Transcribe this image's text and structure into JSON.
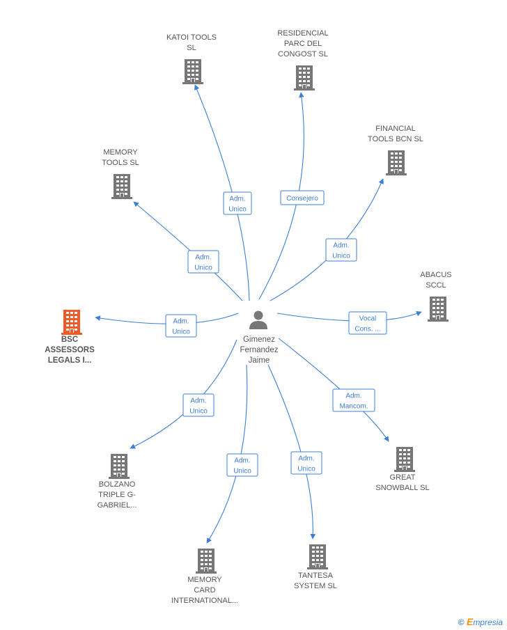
{
  "center": {
    "label_lines": [
      "Gimenez",
      "Fernandez",
      "Jaime"
    ],
    "icon": "person-icon"
  },
  "companies": [
    {
      "id": "katoi",
      "label_lines": [
        "KATOI TOOLS",
        "SL"
      ],
      "icon": "building-icon",
      "color": "#777777",
      "highlight": false
    },
    {
      "id": "residencial",
      "label_lines": [
        "RESIDENCIAL",
        "PARC DEL",
        "CONGOST SL"
      ],
      "icon": "building-icon",
      "color": "#777777",
      "highlight": false
    },
    {
      "id": "financial",
      "label_lines": [
        "FINANCIAL",
        "TOOLS BCN SL"
      ],
      "icon": "building-icon",
      "color": "#777777",
      "highlight": false
    },
    {
      "id": "memory-tools",
      "label_lines": [
        "MEMORY",
        "TOOLS  SL"
      ],
      "icon": "building-icon",
      "color": "#777777",
      "highlight": false
    },
    {
      "id": "abacus",
      "label_lines": [
        "ABACUS",
        "SCCL"
      ],
      "icon": "building-icon",
      "color": "#777777",
      "highlight": false
    },
    {
      "id": "bsc",
      "label_lines": [
        "BSC",
        "ASSESSORS",
        "LEGALS I..."
      ],
      "icon": "building-icon",
      "color": "#f05a28",
      "highlight": true
    },
    {
      "id": "bolzano",
      "label_lines": [
        "BOLZANO",
        "TRIPLE G-",
        "GABRIEL..."
      ],
      "icon": "building-icon",
      "color": "#777777",
      "highlight": false
    },
    {
      "id": "great",
      "label_lines": [
        "GREAT",
        "SNOWBALL  SL"
      ],
      "icon": "building-icon",
      "color": "#777777",
      "highlight": false
    },
    {
      "id": "memory-card",
      "label_lines": [
        "MEMORY",
        "CARD",
        "INTERNATIONAL..."
      ],
      "icon": "building-icon",
      "color": "#777777",
      "highlight": false
    },
    {
      "id": "tantesa",
      "label_lines": [
        "TANTESA",
        "SYSTEM SL"
      ],
      "icon": "building-icon",
      "color": "#777777",
      "highlight": false
    }
  ],
  "edges": [
    {
      "to": "katoi",
      "label_lines": [
        "Adm.",
        "Unico"
      ]
    },
    {
      "to": "residencial",
      "label_lines": [
        "Consejero"
      ]
    },
    {
      "to": "financial",
      "label_lines": [
        "Adm.",
        "Unico"
      ]
    },
    {
      "to": "memory-tools",
      "label_lines": [
        "Adm.",
        "Unico"
      ]
    },
    {
      "to": "abacus",
      "label_lines": [
        "Vocal",
        "Cons. ..."
      ]
    },
    {
      "to": "bsc",
      "label_lines": [
        "Adm.",
        "Unico"
      ]
    },
    {
      "to": "bolzano",
      "label_lines": [
        "Adm.",
        "Unico"
      ]
    },
    {
      "to": "great",
      "label_lines": [
        "Adm.",
        "Mancom."
      ]
    },
    {
      "to": "memory-card",
      "label_lines": [
        "Adm.",
        "Unico"
      ]
    },
    {
      "to": "tantesa",
      "label_lines": [
        "Adm.",
        "Unico"
      ]
    }
  ],
  "watermark": {
    "copyright": "©",
    "brand_first": "E",
    "brand_rest": "mpresia"
  },
  "colors": {
    "edge": "#3d7fd6",
    "building": "#777777",
    "highlight": "#f05a28",
    "person": "#777777"
  }
}
